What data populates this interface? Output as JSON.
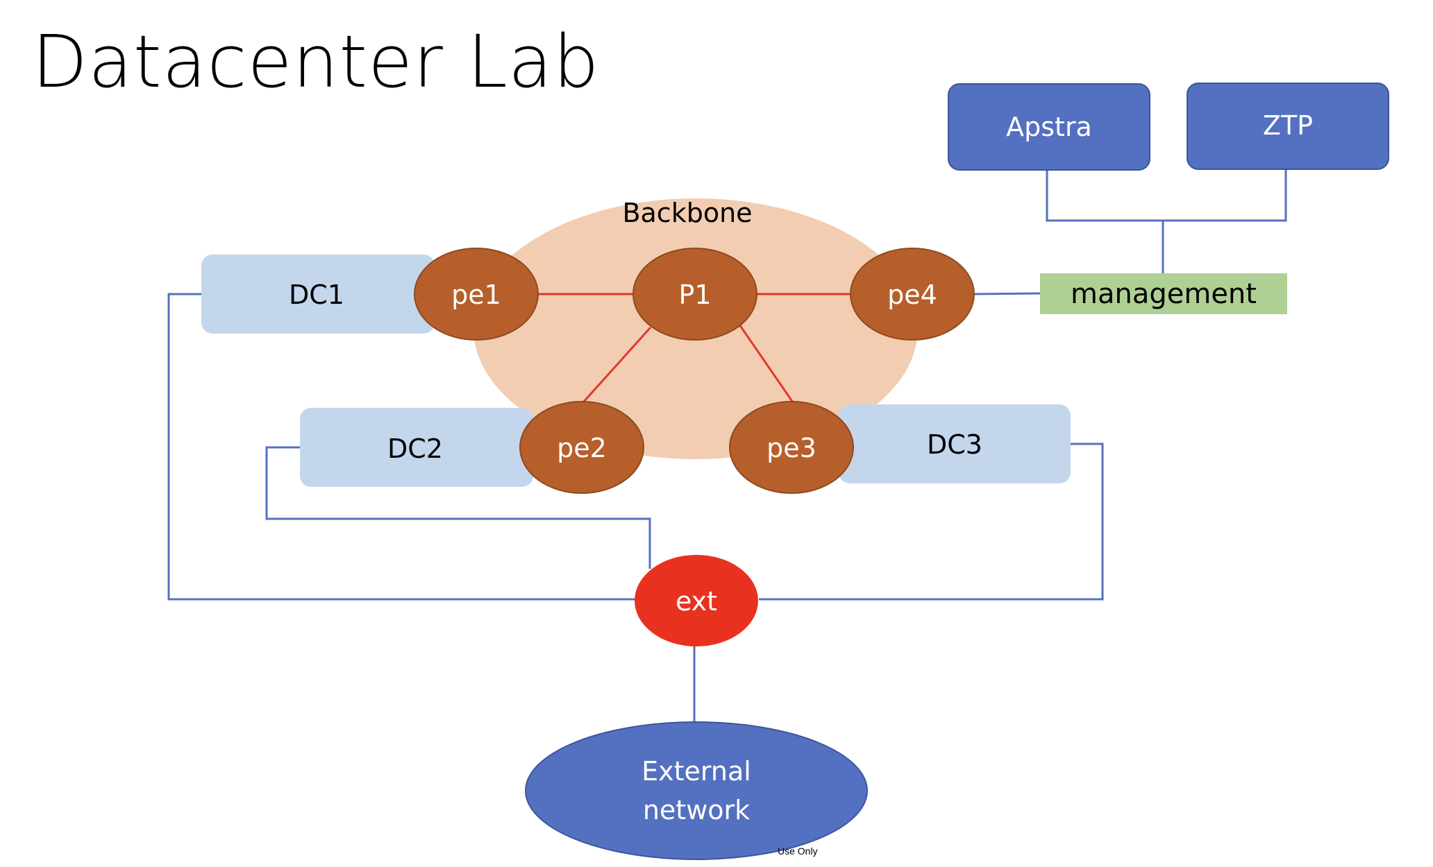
{
  "title": "Datacenter Lab",
  "backbone": {
    "label": "Backbone"
  },
  "nodes": {
    "dc1": "DC1",
    "dc2": "DC2",
    "dc3": "DC3",
    "pe1": "pe1",
    "pe2": "pe2",
    "pe3": "pe3",
    "pe4": "pe4",
    "p1": "P1",
    "ext": "ext",
    "external_line1": "External",
    "external_line2": "network",
    "management": "management",
    "apstra": "Apstra",
    "ztp": "ZTP"
  },
  "footer": "Use Only",
  "colors": {
    "router": "#b65f2b",
    "router_stroke": "#8e4a21",
    "dc_fill": "#c3d6ec",
    "backbone_fill": "#f2cdb1",
    "mgmt_fill": "#afd094",
    "blue": "#5470c0",
    "ext_fill": "#e8321f",
    "link_red": "#e2382a"
  }
}
